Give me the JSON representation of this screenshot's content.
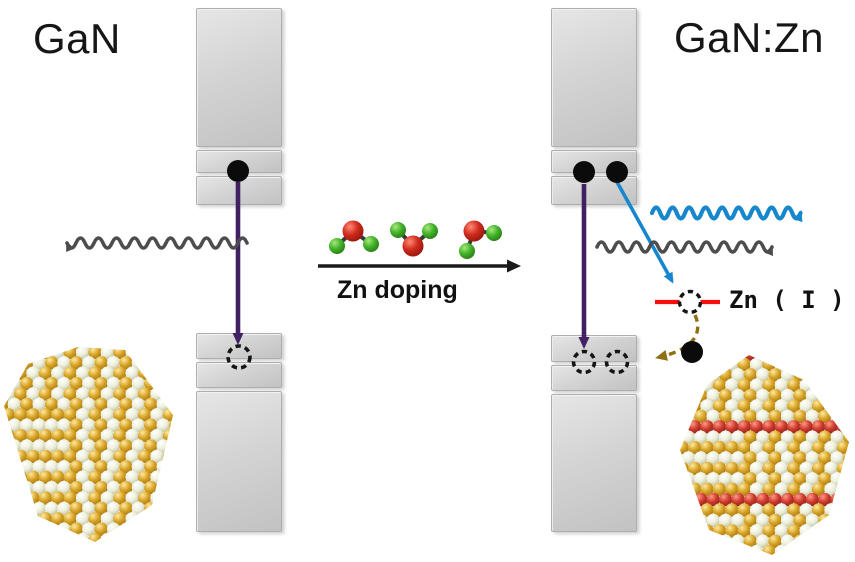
{
  "labels": {
    "left_material": "GaN",
    "right_material": "GaN:Zn",
    "doping_process": "Zn doping",
    "dopant_level": "Zn ( I )"
  },
  "colors": {
    "band_gray": "#d0d0d0",
    "photon_gray": "#4d4d4d",
    "photon_blue": "#1787cd",
    "transition_purple": "#412063",
    "doping_arrow_black": "#1a1a1a",
    "zn_level_red": "#f50f0f",
    "trap_arrow_olive": "#8e6f12",
    "electron_black": "#0b0b0b",
    "hole_stroke": "#151515",
    "molecule_red": "#d02a1c",
    "molecule_green": "#43b32a",
    "crystal_gold": "#d8a426",
    "crystal_cream": "#eef0dc",
    "crystal_dopant_red": "#cf3a2e"
  },
  "crystals": {
    "left": {
      "doped": false
    },
    "right": {
      "doped": true
    }
  },
  "icons": {
    "wavy_arrow_gray_left": "photon-emission-wavy-arrow",
    "wavy_arrow_blue": "photon-emission-wavy-arrow",
    "wavy_arrow_gray_right": "photon-emission-wavy-arrow",
    "electron": "filled-black-circle",
    "hole": "dashed-open-circle",
    "water_molecule": "ball-and-stick-molecule",
    "doping_arrow": "right-arrow",
    "trap_arrow": "dashed-curved-arrow"
  }
}
